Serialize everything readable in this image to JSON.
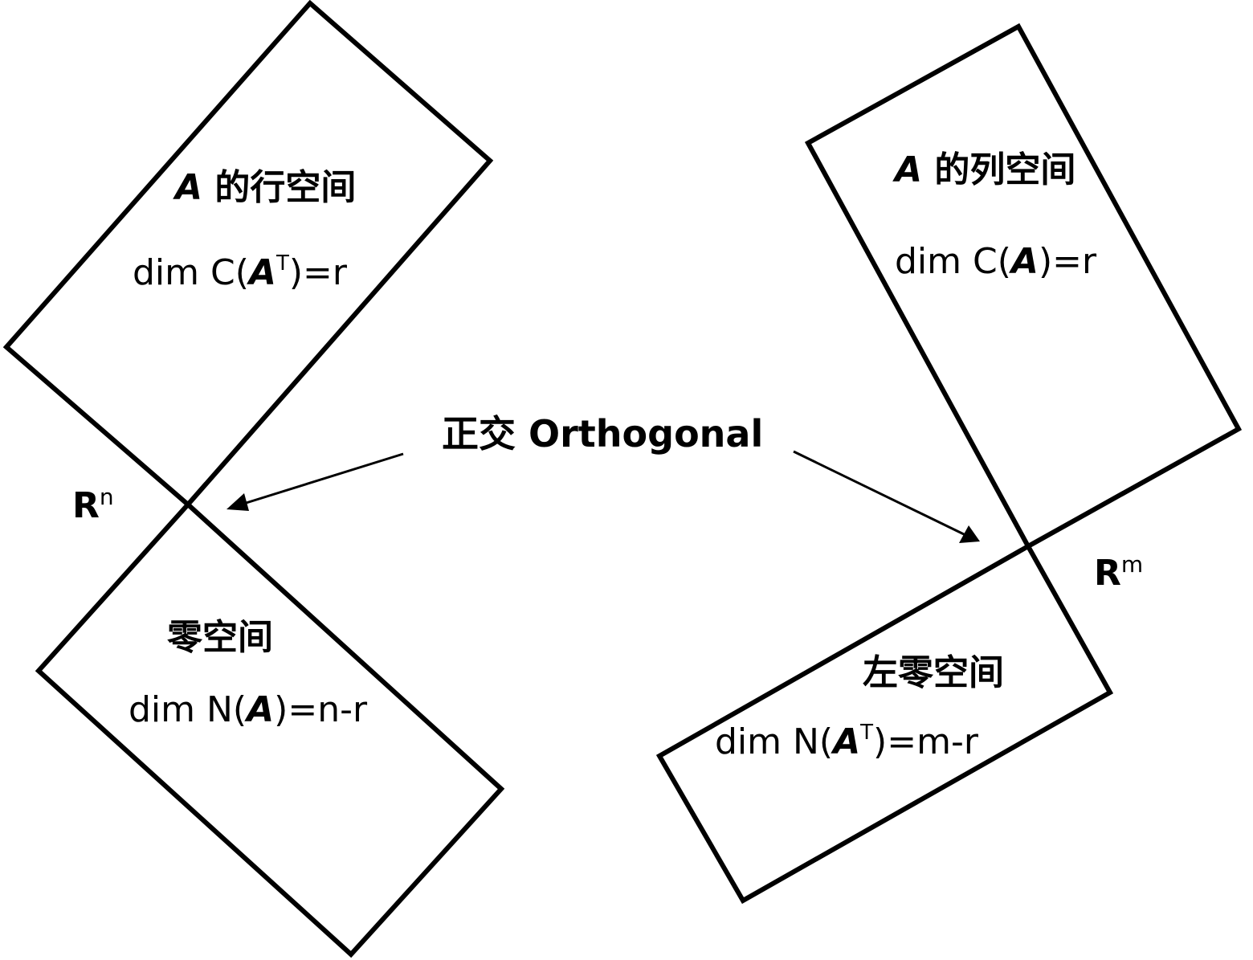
{
  "row_space": {
    "title_var": "A",
    "title_text": " 的行空间",
    "formula_prefix": "dim C(",
    "formula_var": "A",
    "formula_sup": "T",
    "formula_suffix": ")=r"
  },
  "null_space": {
    "title_text": "零空间",
    "formula_prefix": "dim N(",
    "formula_var": "A",
    "formula_suffix": ")=n-r"
  },
  "column_space": {
    "title_var": "A",
    "title_text": " 的列空间",
    "formula_prefix": "dim C(",
    "formula_var": "A",
    "formula_suffix": ")=r"
  },
  "left_null_space": {
    "title_text": "左零空间",
    "formula_prefix": "dim N(",
    "formula_var": "A",
    "formula_sup": "T",
    "formula_suffix": ")=m-r"
  },
  "rn_label": {
    "base": "R",
    "sup": "n"
  },
  "rm_label": {
    "base": "R",
    "sup": "m"
  },
  "center_label": "正交 Orthogonal"
}
